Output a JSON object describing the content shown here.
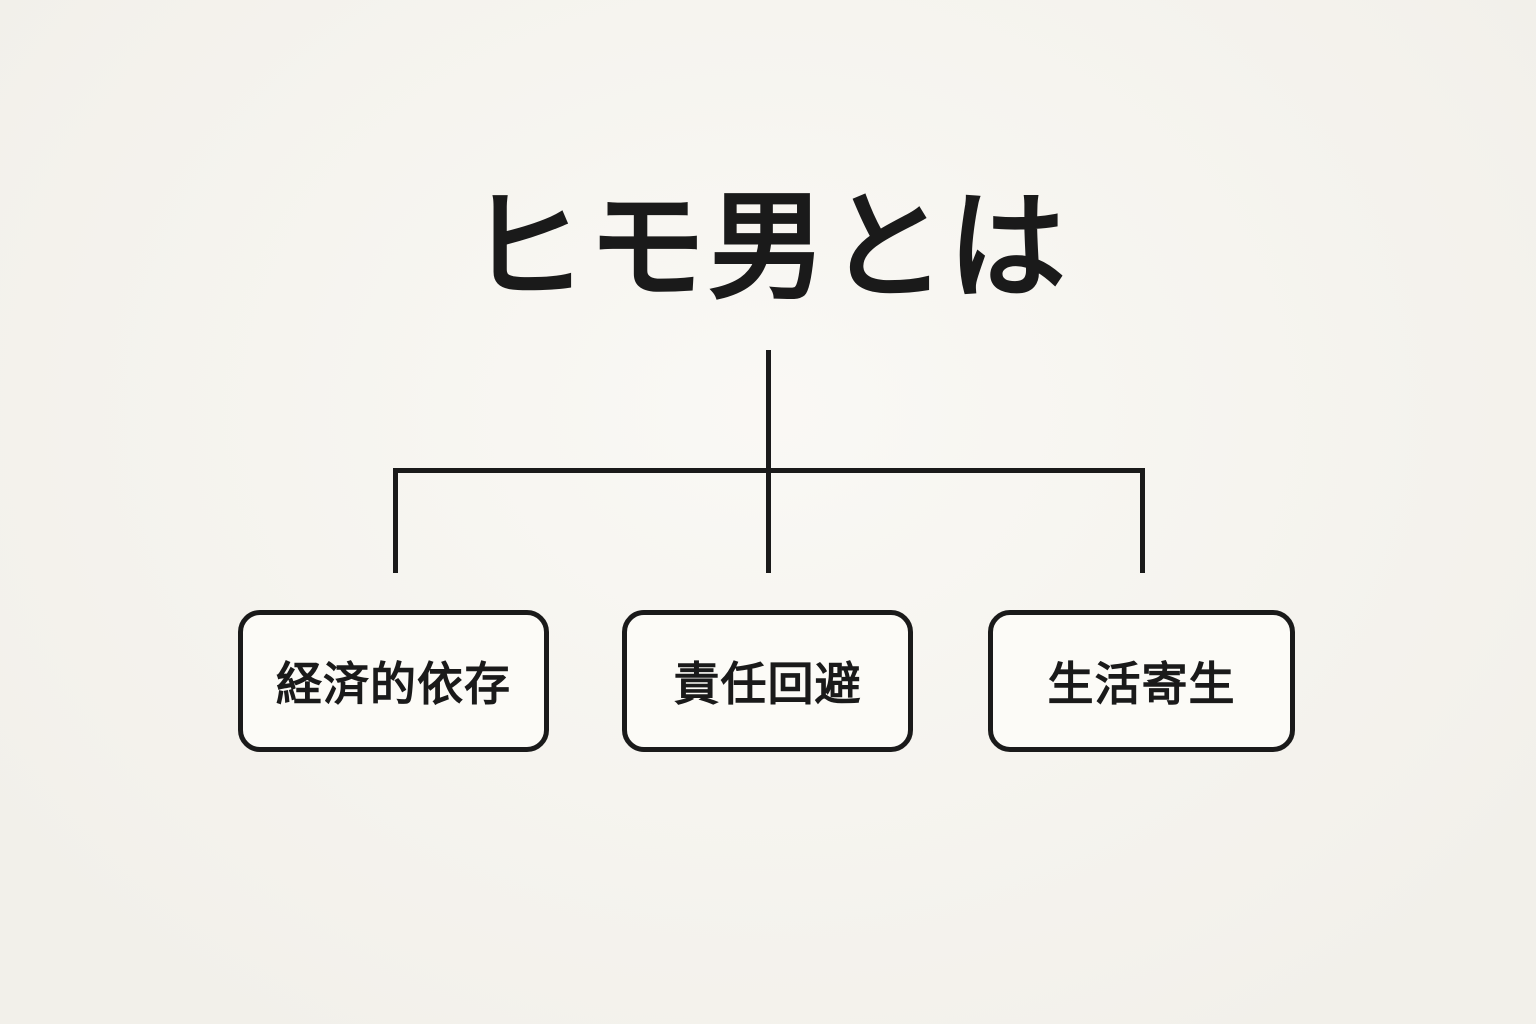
{
  "diagram": {
    "title": "ヒモ男とは",
    "nodes": [
      {
        "label": "経済的依存"
      },
      {
        "label": "責任回避"
      },
      {
        "label": "生活寄生"
      }
    ],
    "colors": {
      "background": "#f7f5ef",
      "box_fill": "#fcfbf7",
      "line": "#1a1a1a",
      "text": "#1a1a1a"
    },
    "layout_hint": "tree: title on top, one trunk splitting into three leaf boxes"
  }
}
